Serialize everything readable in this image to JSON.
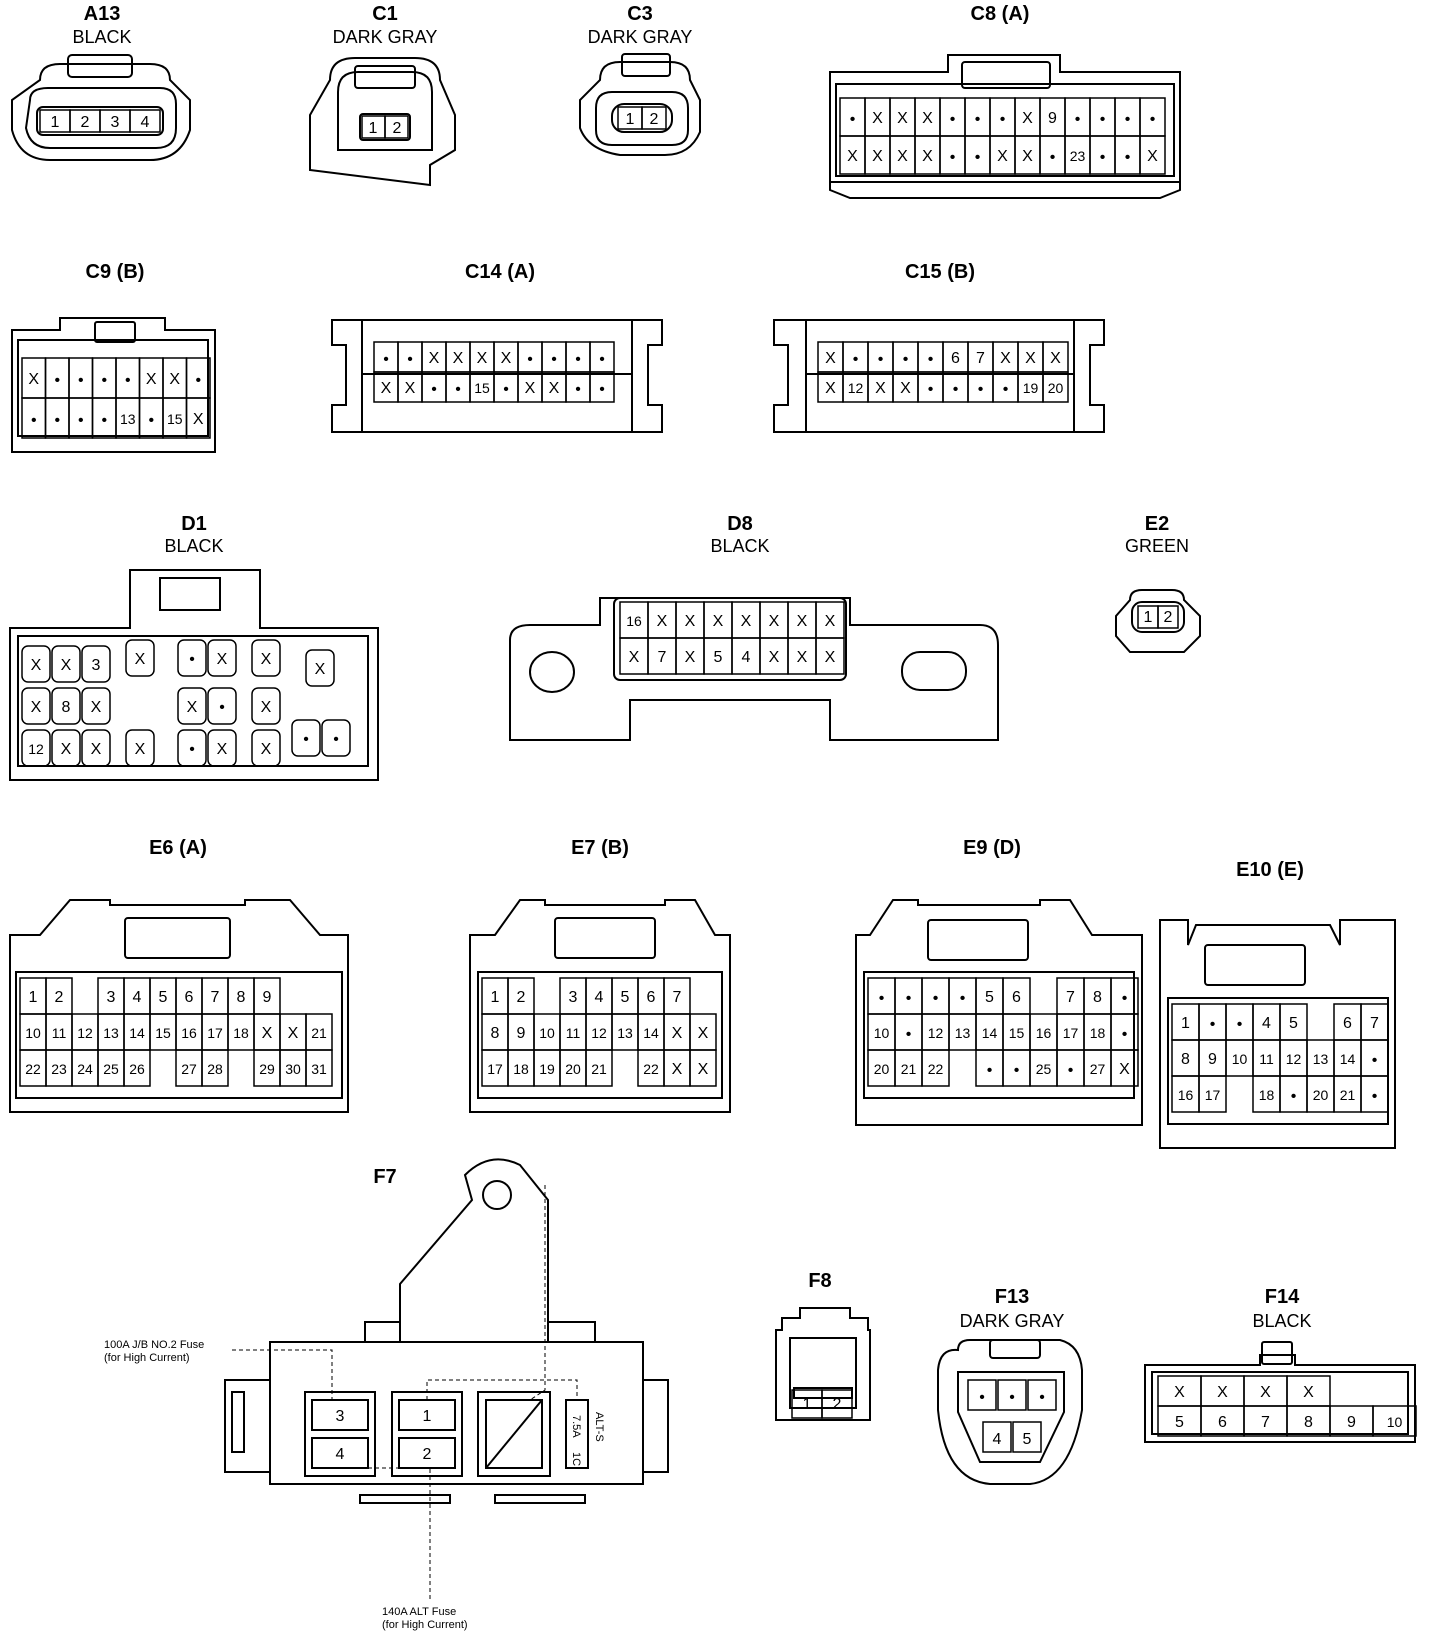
{
  "connectors": [
    {
      "id": "A13",
      "name": "A13",
      "color": "BLACK",
      "rows": [
        [
          "1",
          "2",
          "3",
          "4"
        ]
      ]
    },
    {
      "id": "C1",
      "name": "C1",
      "color": "DARK GRAY",
      "rows": [
        [
          "1",
          "2"
        ]
      ]
    },
    {
      "id": "C3",
      "name": "C3",
      "color": "DARK GRAY",
      "rows": [
        [
          "1",
          "2"
        ]
      ]
    },
    {
      "id": "C8",
      "name": "C8 (A)",
      "color": "",
      "rows": [
        [
          "•",
          "X",
          "X",
          "X",
          "•",
          "•",
          "•",
          "X",
          "9",
          "•",
          "•",
          "•",
          "•"
        ],
        [
          "X",
          "X",
          "X",
          "X",
          "•",
          "•",
          "X",
          "X",
          "•",
          "23",
          "•",
          "•",
          "X"
        ]
      ]
    },
    {
      "id": "C9",
      "name": "C9 (B)",
      "color": "",
      "rows": [
        [
          "X",
          "•",
          "•",
          "•",
          "•",
          "X",
          "X",
          "•"
        ],
        [
          "•",
          "•",
          "•",
          "•",
          "13",
          "•",
          "15",
          "X"
        ]
      ]
    },
    {
      "id": "C14",
      "name": "C14 (A)",
      "color": "",
      "rows": [
        [
          "•",
          "•",
          "X",
          "X",
          "X",
          "X",
          "•",
          "•",
          "•",
          "•"
        ],
        [
          "X",
          "X",
          "•",
          "•",
          "15",
          "•",
          "X",
          "X",
          "•",
          "•"
        ]
      ]
    },
    {
      "id": "C15",
      "name": "C15 (B)",
      "color": "",
      "rows": [
        [
          "X",
          "•",
          "•",
          "•",
          "•",
          "6",
          "7",
          "X",
          "X",
          "X"
        ],
        [
          "X",
          "12",
          "X",
          "X",
          "•",
          "•",
          "•",
          "•",
          "19",
          "20"
        ]
      ]
    },
    {
      "id": "D1",
      "name": "D1",
      "color": "BLACK",
      "rows": [
        [
          "X",
          "X",
          "3",
          "X",
          "•",
          "X",
          "X",
          "X"
        ],
        [
          "X",
          "8",
          "X",
          "X",
          "•",
          "X"
        ],
        [
          "12",
          "X",
          "X",
          "X",
          "•",
          "X",
          "X",
          "•",
          "•"
        ]
      ]
    },
    {
      "id": "D8",
      "name": "D8",
      "color": "BLACK",
      "rows": [
        [
          "16",
          "X",
          "X",
          "X",
          "X",
          "X",
          "X",
          "X"
        ],
        [
          "X",
          "7",
          "X",
          "5",
          "4",
          "X",
          "X",
          "X"
        ]
      ]
    },
    {
      "id": "E2",
      "name": "E2",
      "color": "GREEN",
      "rows": [
        [
          "1",
          "2"
        ]
      ]
    },
    {
      "id": "E6",
      "name": "E6 (A)",
      "color": "",
      "rows": [
        [
          "1",
          "2",
          "",
          "3",
          "4",
          "5",
          "6",
          "7",
          "8",
          "9"
        ],
        [
          "10",
          "11",
          "12",
          "13",
          "14",
          "15",
          "16",
          "17",
          "18",
          "X",
          "X",
          "21"
        ],
        [
          "22",
          "23",
          "24",
          "25",
          "26",
          "",
          "27",
          "28",
          "",
          "29",
          "30",
          "31"
        ]
      ]
    },
    {
      "id": "E7",
      "name": "E7 (B)",
      "color": "",
      "rows": [
        [
          "1",
          "2",
          "",
          "3",
          "4",
          "5",
          "6",
          "7"
        ],
        [
          "8",
          "9",
          "10",
          "11",
          "12",
          "13",
          "14",
          "X",
          "X"
        ],
        [
          "17",
          "18",
          "19",
          "20",
          "21",
          "",
          "22",
          "X",
          "X"
        ]
      ]
    },
    {
      "id": "E9",
      "name": "E9 (D)",
      "color": "",
      "rows": [
        [
          "•",
          "•",
          "•",
          "•",
          "5",
          "6",
          "",
          "7",
          "8",
          "•"
        ],
        [
          "10",
          "•",
          "12",
          "13",
          "14",
          "15",
          "16",
          "17",
          "18",
          "•"
        ],
        [
          "20",
          "21",
          "22",
          "",
          "•",
          "•",
          "25",
          "•",
          "27",
          "X"
        ]
      ]
    },
    {
      "id": "E10",
      "name": "E10 (E)",
      "color": "",
      "rows": [
        [
          "1",
          "•",
          "•",
          "4",
          "5",
          "",
          "6",
          "7"
        ],
        [
          "8",
          "9",
          "10",
          "11",
          "12",
          "13",
          "14",
          "•"
        ],
        [
          "16",
          "17",
          "",
          "18",
          "•",
          "20",
          "21",
          "•"
        ]
      ]
    },
    {
      "id": "F7",
      "name": "F7",
      "color": "",
      "rows": [
        [
          "3",
          "1"
        ],
        [
          "4",
          "2"
        ]
      ]
    },
    {
      "id": "F8",
      "name": "F8",
      "color": "",
      "rows": [
        [
          "1",
          "2"
        ]
      ]
    },
    {
      "id": "F13",
      "name": "F13",
      "color": "DARK GRAY",
      "rows": [
        [
          "•",
          "•",
          "•"
        ],
        [
          "4",
          "5"
        ]
      ]
    },
    {
      "id": "F14",
      "name": "F14",
      "color": "BLACK",
      "rows": [
        [
          "X",
          "X",
          "X",
          "X"
        ],
        [
          "5",
          "6",
          "7",
          "8",
          "9",
          "10"
        ]
      ]
    }
  ],
  "f7_notes": {
    "jb_fuse": "100A J/B NO.2 Fuse",
    "jb_fuse_sub": "(for High Current)",
    "alt_fuse": "140A ALT Fuse",
    "alt_fuse_sub": "(for High Current)",
    "alts_fuse": "7.5A",
    "alts_name": "ALT-S",
    "alts_pin": "1C"
  }
}
